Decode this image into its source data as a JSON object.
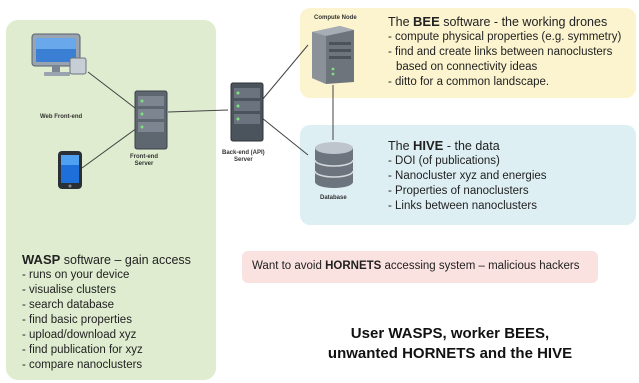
{
  "nodes": {
    "web_frontend": "Web Front-end",
    "frontend_server": "Front-end\nServer",
    "backend_server": "Back-end (API)\nServer",
    "compute_node": "Compute Node",
    "database": "Database"
  },
  "bee": {
    "title_pre": "The ",
    "title_bold": "BEE",
    "title_post": " software - the working drones",
    "items": [
      "- compute physical properties (e.g. symmetry)",
      "- find and create links between nanoclusters",
      "  based on connectivity ideas",
      "- ditto for a common landscape."
    ]
  },
  "hive": {
    "title_pre": "The ",
    "title_bold": "HIVE",
    "title_post": " - the data",
    "items": [
      "- DOI (of publications)",
      "- Nanocluster xyz and energies",
      "- Properties of nanoclusters",
      "- Links between nanoclusters"
    ]
  },
  "wasp": {
    "title_bold": "WASP",
    "title_post": " software – gain access",
    "items": [
      "- runs on your device",
      "- visualise clusters",
      "- search database",
      "- find basic properties",
      "- upload/download xyz",
      "- find publication for xyz",
      "- compare nanoclusters"
    ]
  },
  "hornets": {
    "pre": "Want to avoid ",
    "bold": "HORNETS",
    "post": " accessing system – malicious hackers"
  },
  "caption": {
    "line1": "User WASPS, worker BEES,",
    "line2": "unwanted HORNETS and the HIVE"
  }
}
